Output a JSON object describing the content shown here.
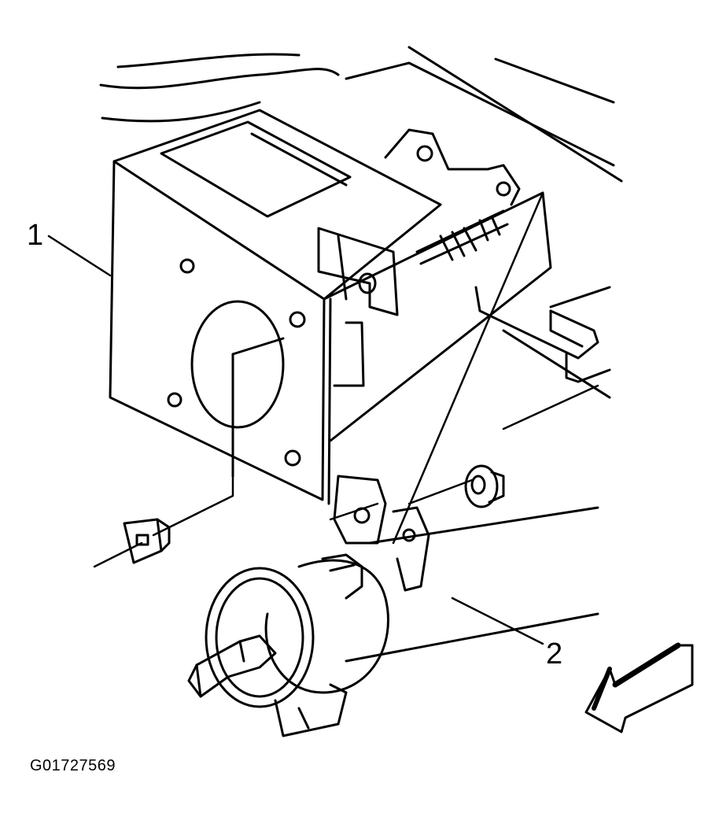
{
  "diagram": {
    "callouts": [
      {
        "id": "1",
        "label": "1"
      },
      {
        "id": "2",
        "label": "2"
      }
    ],
    "figure_id": "G01727569",
    "colors": {
      "line": "#000000",
      "background": "#ffffff"
    },
    "icons": [
      "direction-arrow-icon"
    ]
  }
}
